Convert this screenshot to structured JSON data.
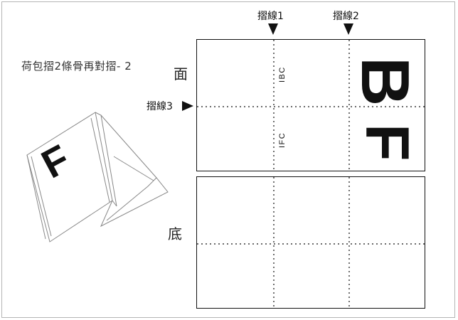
{
  "diagram": {
    "title": "荷包摺2條骨再對摺- 2",
    "top_panel_label": "面",
    "bottom_panel_label": "底",
    "fold_lines": [
      {
        "label": "摺線1"
      },
      {
        "label": "摺線2"
      },
      {
        "label": "摺線3"
      }
    ],
    "inner_labels": {
      "ibc": "IBC",
      "ifc": "IFC"
    },
    "big_letters": {
      "b": "B",
      "f": "F",
      "folded_f": "F"
    },
    "colors": {
      "line": "#111111",
      "frame": "#b5b5b5",
      "sketch": "#777777"
    }
  }
}
